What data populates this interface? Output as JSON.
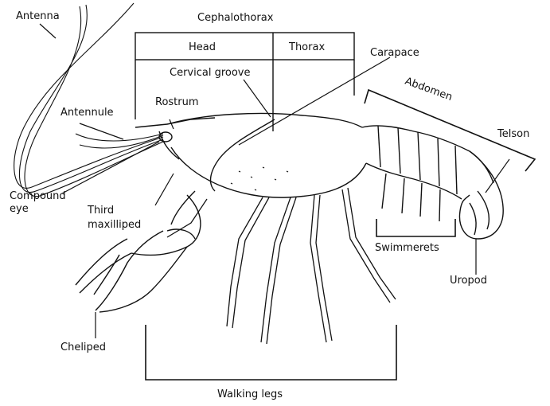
{
  "diagram": {
    "labels": {
      "cephalothorax": "Cephalothorax",
      "head": "Head",
      "thorax": "Thorax",
      "carapace": "Carapace",
      "cervical_groove": "Cervical groove",
      "rostrum": "Rostrum",
      "antenna": "Antenna",
      "antennule": "Antennule",
      "abdomen": "Abdomen",
      "telson": "Telson",
      "compound_eye_line1": "Compound",
      "compound_eye_line2": "eye",
      "third_maxilliped_line1": "Third",
      "third_maxilliped_line2": "maxilliped",
      "swimmerets": "Swimmerets",
      "uropod": "Uropod",
      "cheliped": "Cheliped",
      "walking_legs": "Walking legs"
    },
    "colors": {
      "line": "#111111",
      "background": "#ffffff"
    }
  }
}
